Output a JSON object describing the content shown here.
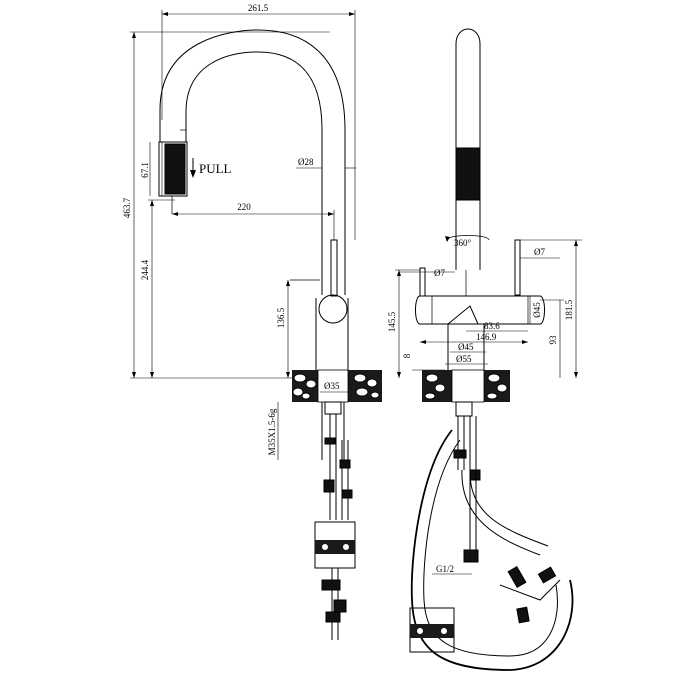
{
  "dimensions": {
    "overall_width": "261.5",
    "spout_diameter": "Ø28",
    "pull_head_length": "67.1",
    "reach": "220",
    "overall_height": "463.7",
    "height_to_spout": "244.4",
    "lever_height": "136.5",
    "mount_hole": "Ø35",
    "thread": "M35X1.5-6g",
    "lever_diameter_side": "Ø7",
    "lever_diameter_left": "Ø7",
    "body_diameter": "Ø45",
    "height_side_left": "145.5",
    "height_side_right": "181.5",
    "body_length_a": "83.6",
    "body_length_b": "146.9",
    "body_base": "Ø45",
    "base_height": "8",
    "base_diameter": "Ø55",
    "base_to_body": "93",
    "rotation": "360°",
    "inlet_thread": "G1/2"
  },
  "labels": {
    "pull": "PULL"
  }
}
